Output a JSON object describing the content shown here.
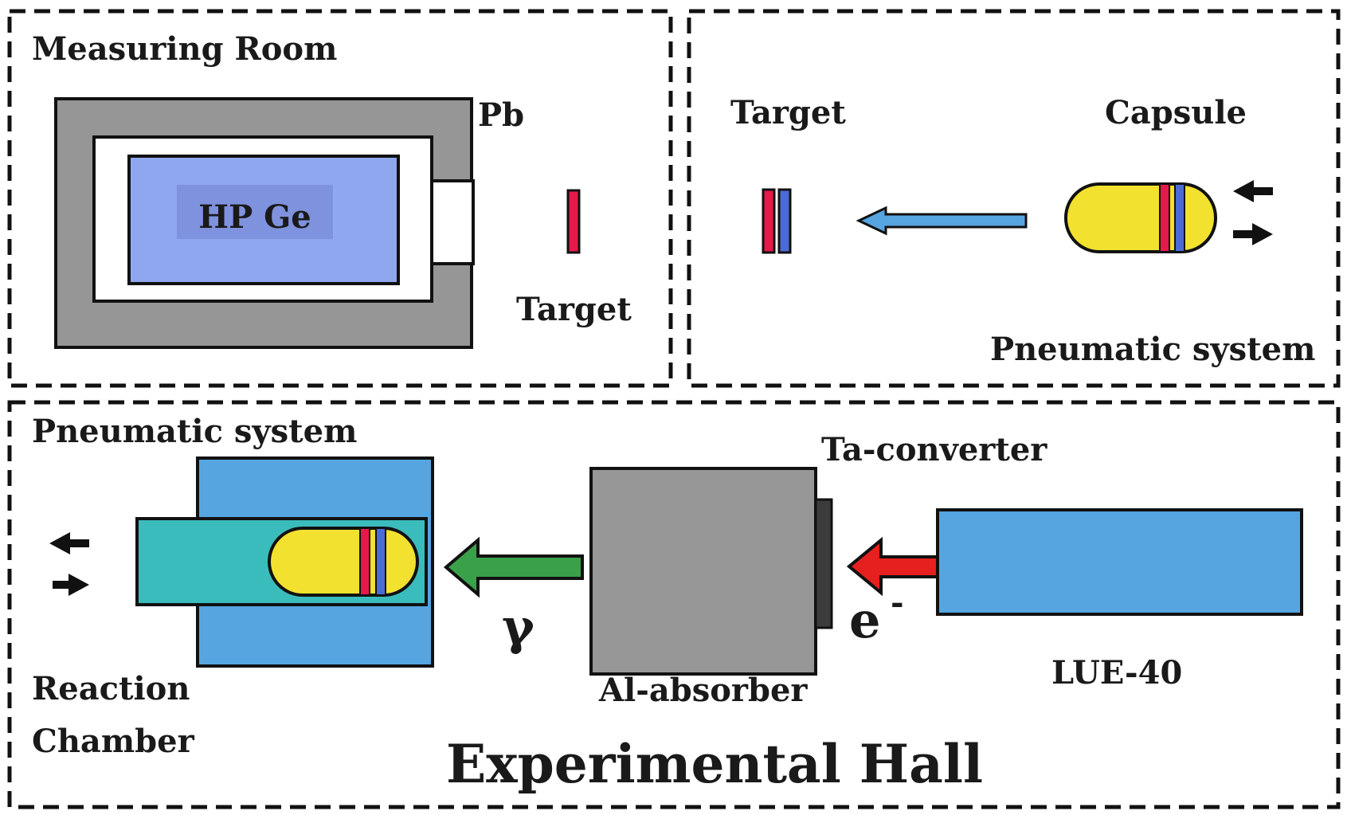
{
  "measuring_room": {
    "title": "Measuring Room",
    "shield_label": "Pb",
    "detector_label": "HP Ge",
    "target_label": "Target"
  },
  "transport": {
    "target_label": "Target",
    "capsule_label": "Capsule",
    "system_label": "Pneumatic system"
  },
  "experimental_hall": {
    "title": "Experimental Hall",
    "pneumatic_label": "Pneumatic system",
    "chamber_label_line1": "Reaction",
    "chamber_label_line2": "Chamber",
    "gamma_symbol": "γ",
    "absorber_label": "Al-absorber",
    "converter_label": "Ta-converter",
    "electron_symbol": "e",
    "electron_charge": "-",
    "accelerator_label": "LUE-40"
  },
  "colors": {
    "lead": "#969696",
    "detector": "#8ea7ee",
    "target_red": "#e6194b",
    "target_blue": "#4b6cd6",
    "capsule": "#f2e12e",
    "beamline": "#56a5e0",
    "tube": "#3bbcbc",
    "gamma_arrow": "#3aa04a",
    "electron_arrow": "#e5201f",
    "absorber": "#979797",
    "converter": "#3c3c3c",
    "outline": "#111111"
  }
}
